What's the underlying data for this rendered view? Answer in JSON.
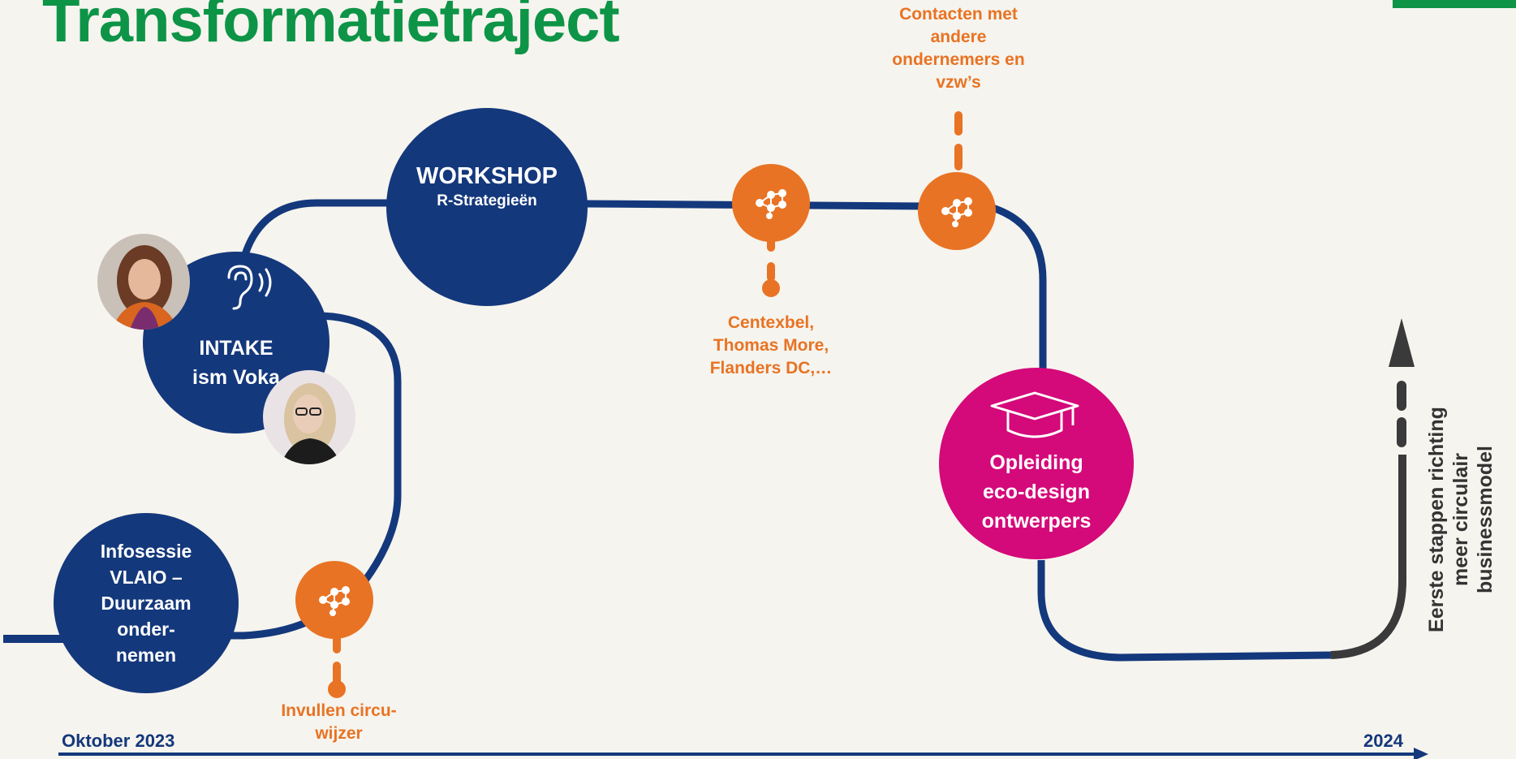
{
  "title": "Transformatietraject",
  "nodes": {
    "infosessie": "Infosessie VLAIO – Duurzaam onder-nemen",
    "intake": {
      "line1": "INTAKE",
      "line2": "ism Voka"
    },
    "workshop": {
      "title": "WORKSHOP",
      "subtitle": "R-Strategieën"
    },
    "opleiding": "Opleiding eco-design ontwerpers"
  },
  "labels": {
    "invullen": "Invullen circu-\nwijzer",
    "centexbel": "Centexbel,\nThomas More,\nFlanders DC,…",
    "contacten": "Contacten met\nandere\nondernemers en\nvzw’s"
  },
  "goal": "Eerste stappen richting\nmeer circulair\nbusinessmodel",
  "timeline": {
    "start": "Oktober 2023",
    "end": "2024"
  },
  "icons": {
    "network": "network-people-icon",
    "ear": "ear-listening-icon",
    "graduation": "graduation-cap-icon"
  },
  "colors": {
    "navy": "#14387c",
    "orange": "#e87324",
    "magenta": "#d4097a",
    "green": "#0d9447",
    "dark": "#3a3a3a"
  }
}
